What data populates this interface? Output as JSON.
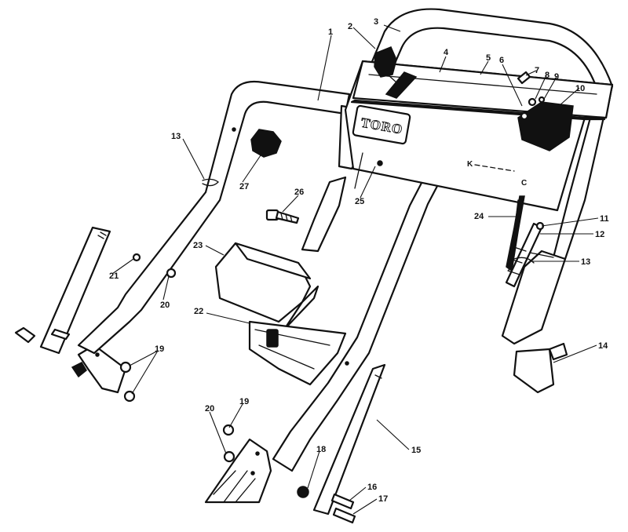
{
  "logo": {
    "text": "TORO"
  },
  "decal": {
    "left_letter": "K",
    "right_letter": "C"
  },
  "callouts": [
    {
      "id": "1",
      "label": "1"
    },
    {
      "id": "2",
      "label": "2"
    },
    {
      "id": "3",
      "label": "3"
    },
    {
      "id": "4",
      "label": "4"
    },
    {
      "id": "5",
      "label": "5"
    },
    {
      "id": "6",
      "label": "6"
    },
    {
      "id": "7",
      "label": "7"
    },
    {
      "id": "8",
      "label": "8"
    },
    {
      "id": "9",
      "label": "9"
    },
    {
      "id": "10",
      "label": "10"
    },
    {
      "id": "11",
      "label": "11"
    },
    {
      "id": "12",
      "label": "12"
    },
    {
      "id": "13a",
      "label": "13"
    },
    {
      "id": "13b",
      "label": "13"
    },
    {
      "id": "14",
      "label": "14"
    },
    {
      "id": "15",
      "label": "15"
    },
    {
      "id": "16",
      "label": "16"
    },
    {
      "id": "17",
      "label": "17"
    },
    {
      "id": "18",
      "label": "18"
    },
    {
      "id": "19a",
      "label": "19"
    },
    {
      "id": "19b",
      "label": "19"
    },
    {
      "id": "20a",
      "label": "20"
    },
    {
      "id": "20b",
      "label": "20"
    },
    {
      "id": "21",
      "label": "21"
    },
    {
      "id": "22",
      "label": "22"
    },
    {
      "id": "23",
      "label": "23"
    },
    {
      "id": "24",
      "label": "24"
    },
    {
      "id": "25",
      "label": "25"
    },
    {
      "id": "26",
      "label": "26"
    },
    {
      "id": "27",
      "label": "27"
    }
  ]
}
